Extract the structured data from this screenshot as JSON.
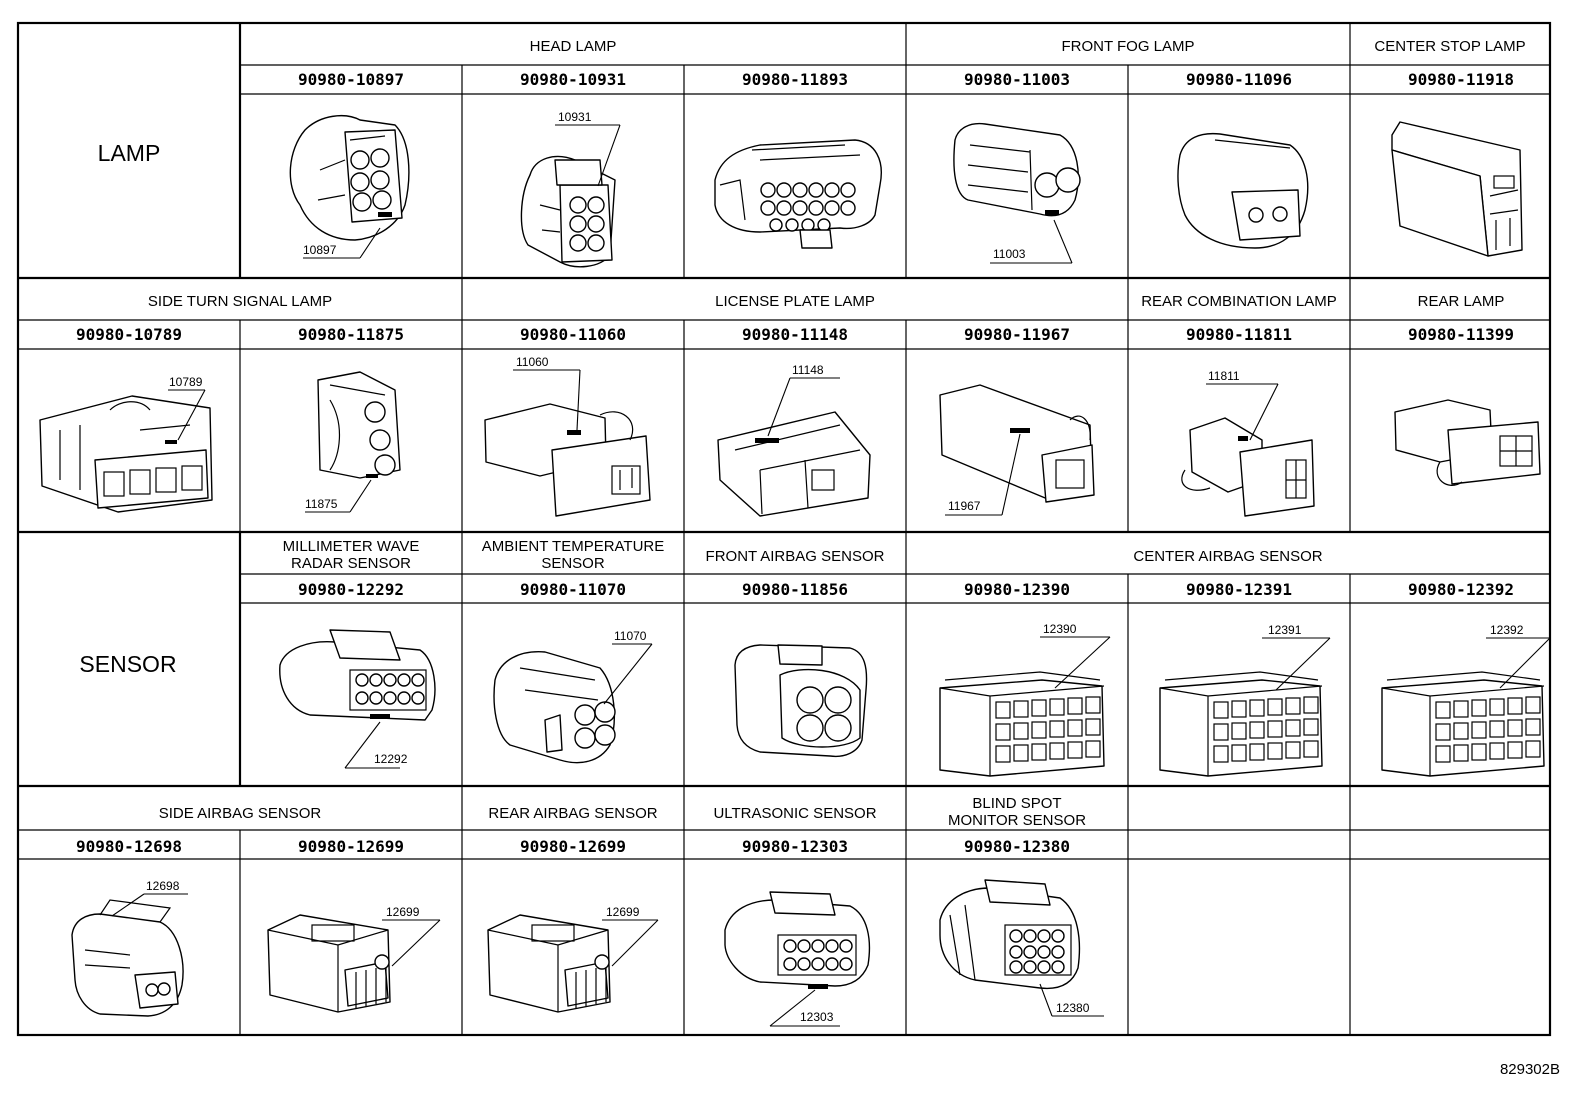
{
  "diagram": {
    "reference_code": "829302B",
    "categories": {
      "lamp": "LAMP",
      "sensor": "SENSOR"
    },
    "rows": [
      {
        "groups": [
          "HEAD LAMP",
          "FRONT FOG LAMP",
          "CENTER STOP LAMP"
        ],
        "cells": [
          {
            "part": "90980-10897",
            "callout": "10897"
          },
          {
            "part": "90980-10931",
            "callout": "10931"
          },
          {
            "part": "90980-11893",
            "callout": ""
          },
          {
            "part": "90980-11003",
            "callout": "11003"
          },
          {
            "part": "90980-11096",
            "callout": ""
          },
          {
            "part": "90980-11918",
            "callout": ""
          }
        ]
      },
      {
        "groups": [
          "SIDE TURN SIGNAL LAMP",
          "LICENSE PLATE LAMP",
          "REAR COMBINATION LAMP",
          "REAR LAMP"
        ],
        "cells": [
          {
            "part": "90980-10789",
            "callout": "10789"
          },
          {
            "part": "90980-11875",
            "callout": "11875"
          },
          {
            "part": "90980-11060",
            "callout": "11060"
          },
          {
            "part": "90980-11148",
            "callout": "11148"
          },
          {
            "part": "90980-11967",
            "callout": "11967"
          },
          {
            "part": "90980-11811",
            "callout": "11811"
          },
          {
            "part": "90980-11399",
            "callout": ""
          }
        ]
      },
      {
        "groups": [
          "MILLIMETER WAVE",
          "RADAR SENSOR",
          "AMBIENT TEMPERATURE",
          "SENSOR",
          "FRONT AIRBAG SENSOR",
          "CENTER AIRBAG SENSOR"
        ],
        "cells": [
          {
            "part": "90980-12292",
            "callout": "12292"
          },
          {
            "part": "90980-11070",
            "callout": "11070"
          },
          {
            "part": "90980-11856",
            "callout": ""
          },
          {
            "part": "90980-12390",
            "callout": "12390"
          },
          {
            "part": "90980-12391",
            "callout": "12391"
          },
          {
            "part": "90980-12392",
            "callout": "12392"
          }
        ]
      },
      {
        "groups": [
          "SIDE AIRBAG SENSOR",
          "REAR AIRBAG SENSOR",
          "ULTRASONIC SENSOR",
          "BLIND SPOT",
          "MONITOR SENSOR"
        ],
        "cells": [
          {
            "part": "90980-12698",
            "callout": "12698"
          },
          {
            "part": "90980-12699",
            "callout": "12699"
          },
          {
            "part": "90980-12699",
            "callout": "12699"
          },
          {
            "part": "90980-12303",
            "callout": "12303"
          },
          {
            "part": "90980-12380",
            "callout": "12380"
          }
        ]
      }
    ]
  }
}
